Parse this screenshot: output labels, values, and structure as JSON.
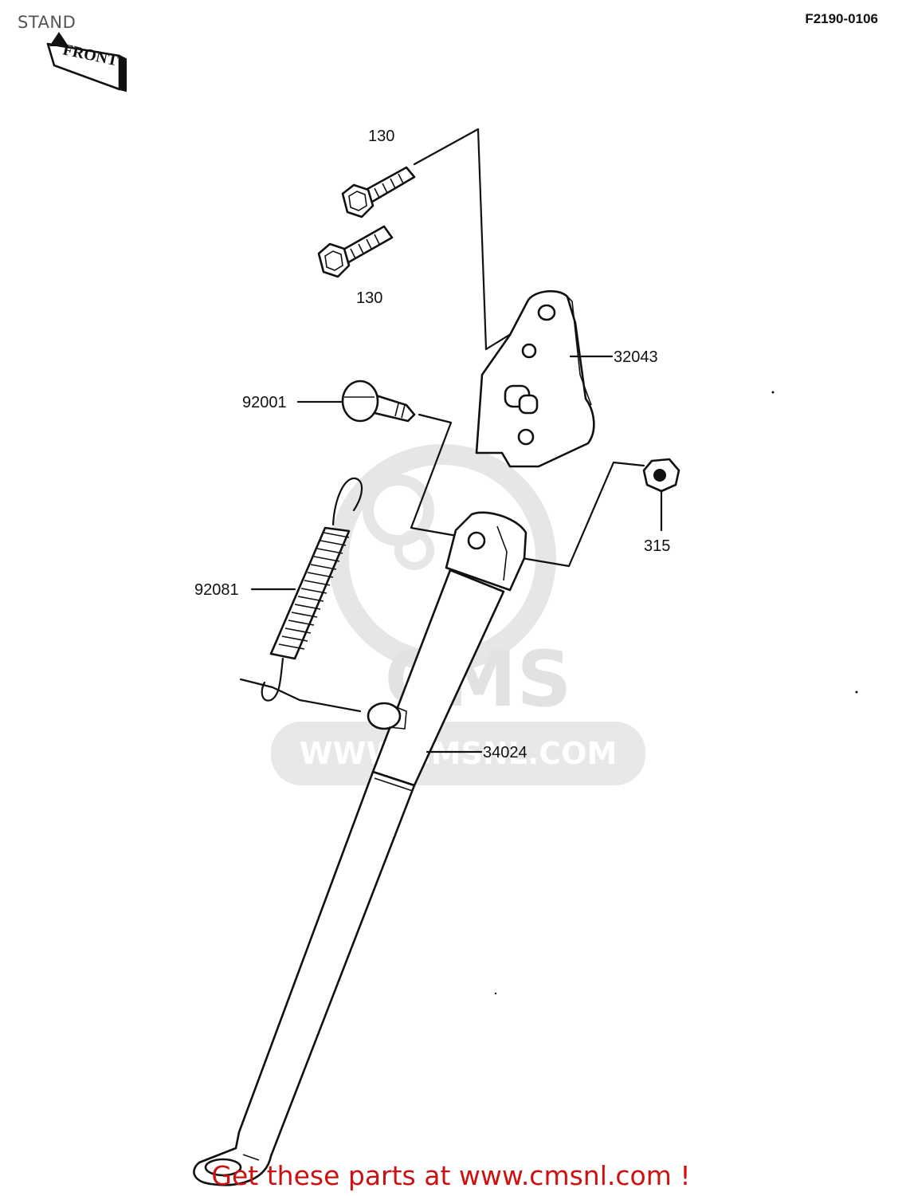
{
  "header": {
    "title": "STAND",
    "diagram_code": "F2190-0106",
    "front_label": "FRONT"
  },
  "watermark": {
    "brand": "CMS",
    "url": "WWW.CMSNL.COM"
  },
  "callouts": {
    "bolt_upper": "130",
    "bolt_lower": "130",
    "bracket": "32043",
    "pivot_bolt": "92001",
    "nut": "315",
    "spring": "92081",
    "side_stand": "34024"
  },
  "footer": {
    "text": "Get these parts at www.cmsnl.com !"
  },
  "colors": {
    "footer_text": "#cc1111",
    "watermark": "#e2e2e2",
    "line": "#111111"
  }
}
